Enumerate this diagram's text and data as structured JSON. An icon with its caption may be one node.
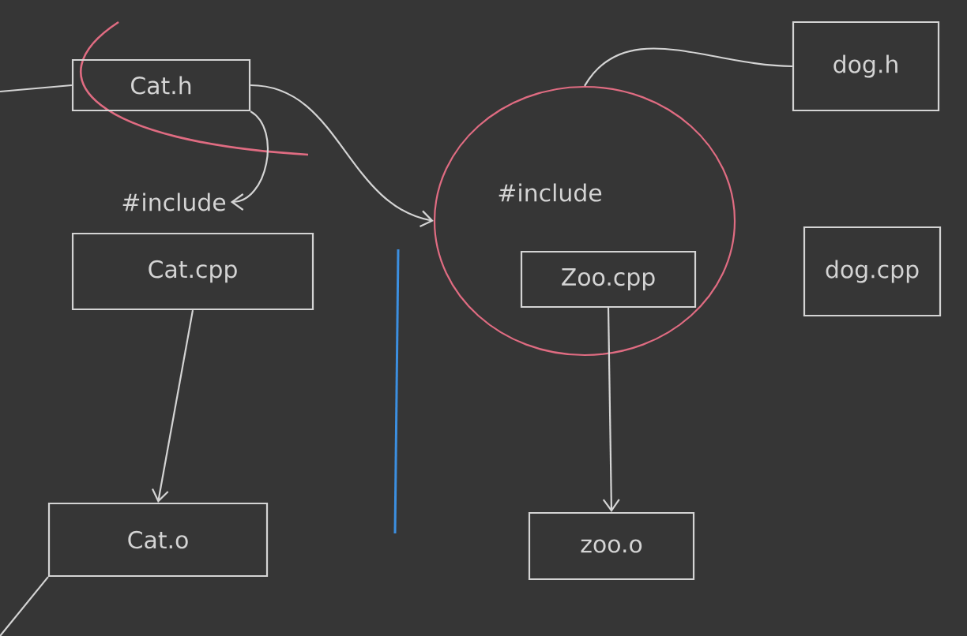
{
  "diagram": {
    "nodes": [
      {
        "text": [
          "Cat.h"
        ]
      },
      {
        "text": [
          "#include"
        ]
      },
      {
        "text": [
          "Cat.cpp"
        ]
      },
      {
        "text": [
          "Cat.o"
        ]
      },
      {
        "text": [
          "#include"
        ]
      },
      {
        "text": [
          "Zoo.cpp"
        ],
        "in": 4
      },
      {
        "text": [
          "zoo.o"
        ]
      },
      {
        "text": [
          "dog.h"
        ]
      },
      {
        "text": [
          "dog.cpp"
        ]
      }
    ],
    "edges": [
      {
        "from": null,
        "to": 0,
        "arrow": "none"
      },
      {
        "from": 0,
        "to": 1,
        "arrow": "to"
      },
      {
        "from": 0,
        "to": 4,
        "arrow": "to"
      },
      {
        "from": 2,
        "to": 3,
        "arrow": "to"
      },
      {
        "from": 5,
        "to": 6,
        "arrow": "to"
      },
      {
        "from": 7,
        "to": 4,
        "arrow": "none"
      },
      {
        "from": 3,
        "to": null,
        "arrow": "none"
      }
    ]
  }
}
